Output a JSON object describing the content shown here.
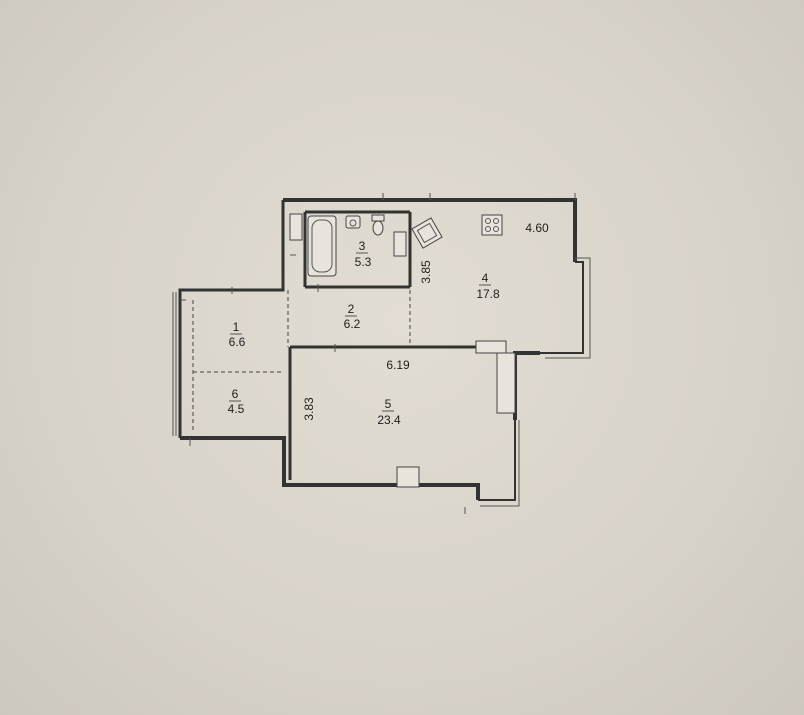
{
  "rooms": [
    {
      "number": "1",
      "area": "6.6"
    },
    {
      "number": "2",
      "area": "6.2"
    },
    {
      "number": "3",
      "area": "5.3"
    },
    {
      "number": "4",
      "area": "17.8"
    },
    {
      "number": "5",
      "area": "23.4"
    },
    {
      "number": "6",
      "area": "4.5"
    }
  ],
  "dimensions": {
    "kitchen_width": "4.60",
    "kitchen_depth": "3.85",
    "living_width": "6.19",
    "living_depth": "3.83"
  },
  "colors": {
    "paper": "#dcd7cd",
    "wall": "#333333"
  }
}
